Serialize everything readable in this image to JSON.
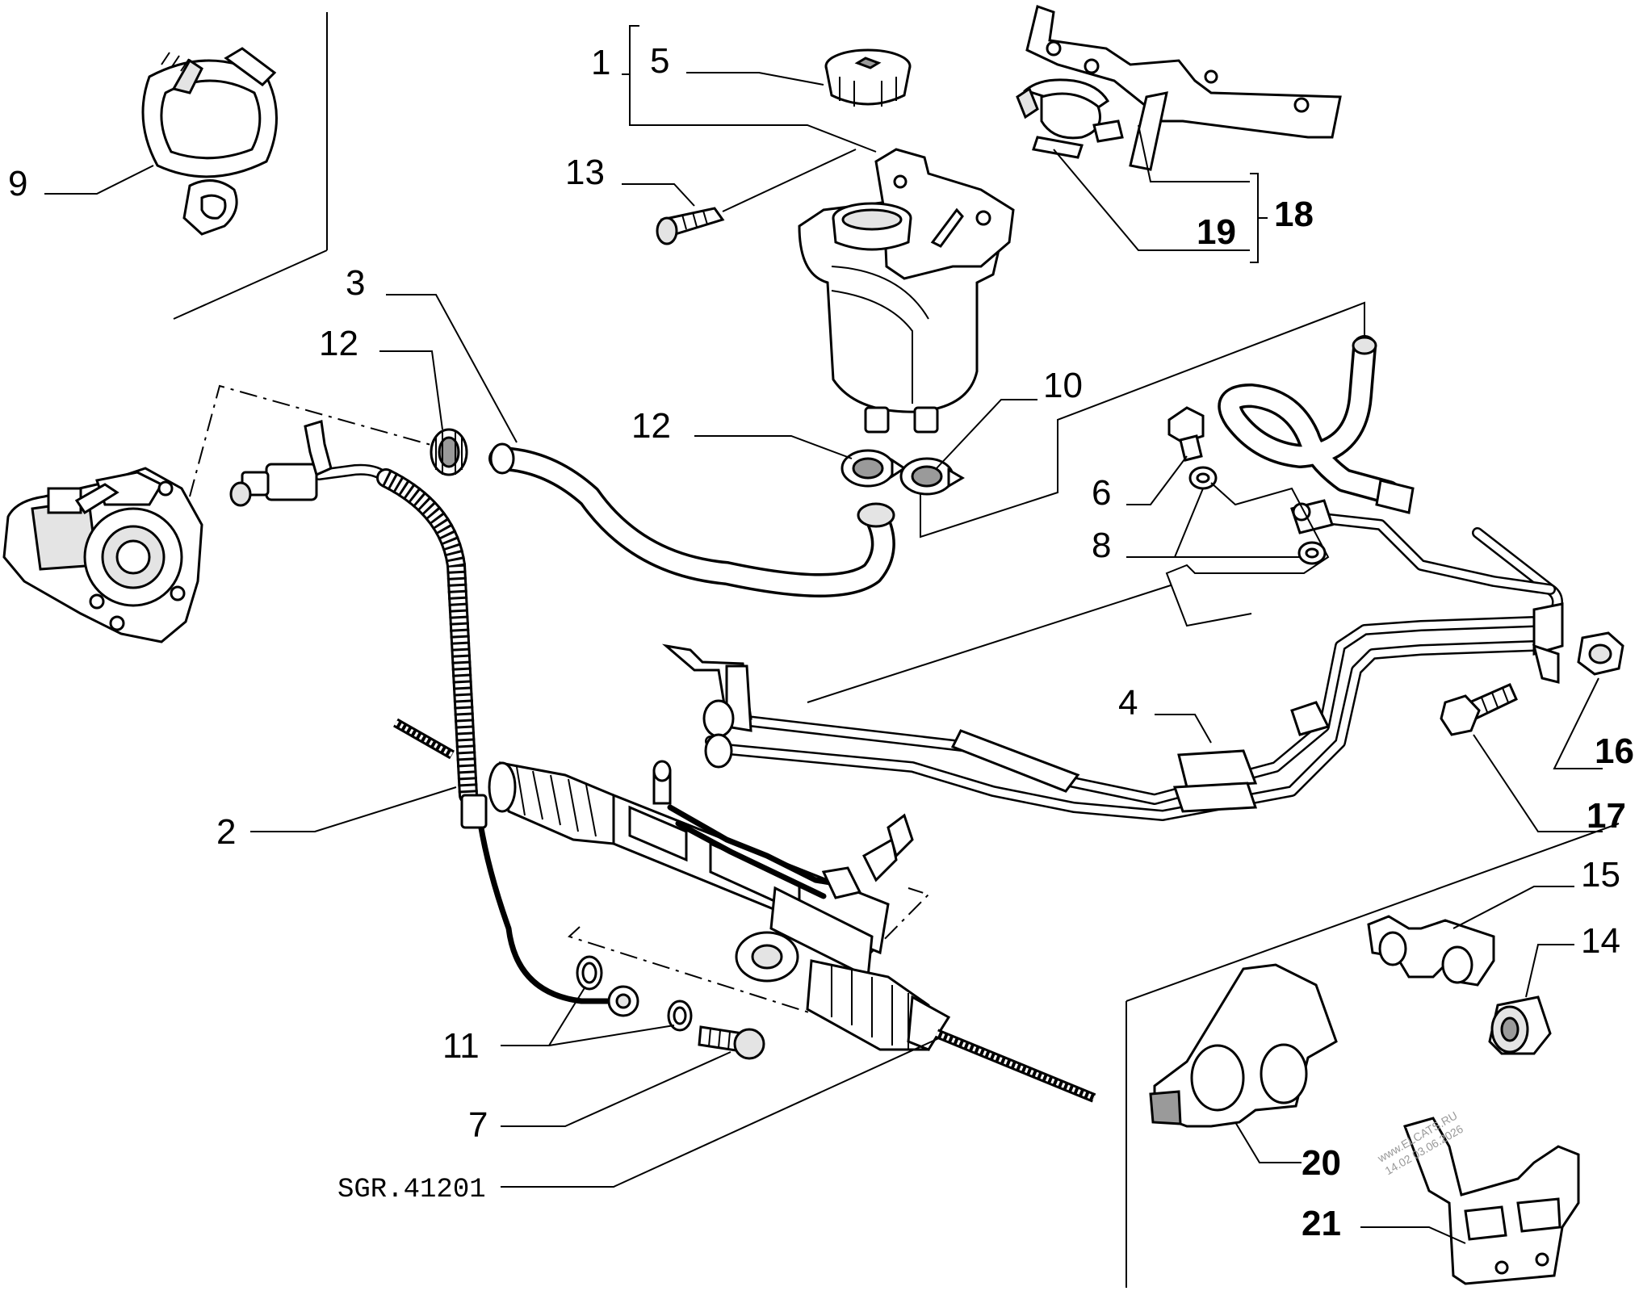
{
  "diagram": {
    "reference_code": "SGR.41201",
    "watermark_lines": [
      "www.ELCATS.RU",
      "14.02 03.06.2026"
    ],
    "callouts": [
      {
        "id": "1",
        "text": "1"
      },
      {
        "id": "2",
        "text": "2"
      },
      {
        "id": "3",
        "text": "3"
      },
      {
        "id": "4",
        "text": "4"
      },
      {
        "id": "5",
        "text": "5"
      },
      {
        "id": "6",
        "text": "6"
      },
      {
        "id": "7",
        "text": "7"
      },
      {
        "id": "8",
        "text": "8"
      },
      {
        "id": "9",
        "text": "9"
      },
      {
        "id": "10",
        "text": "10"
      },
      {
        "id": "11",
        "text": "11"
      },
      {
        "id": "12a",
        "text": "12"
      },
      {
        "id": "12b",
        "text": "12"
      },
      {
        "id": "13",
        "text": "13"
      },
      {
        "id": "14",
        "text": "14"
      },
      {
        "id": "15",
        "text": "15"
      },
      {
        "id": "16",
        "text": "16"
      },
      {
        "id": "17",
        "text": "17"
      },
      {
        "id": "18",
        "text": "18"
      },
      {
        "id": "19",
        "text": "19"
      },
      {
        "id": "20",
        "text": "20"
      },
      {
        "id": "21",
        "text": "21"
      }
    ]
  }
}
